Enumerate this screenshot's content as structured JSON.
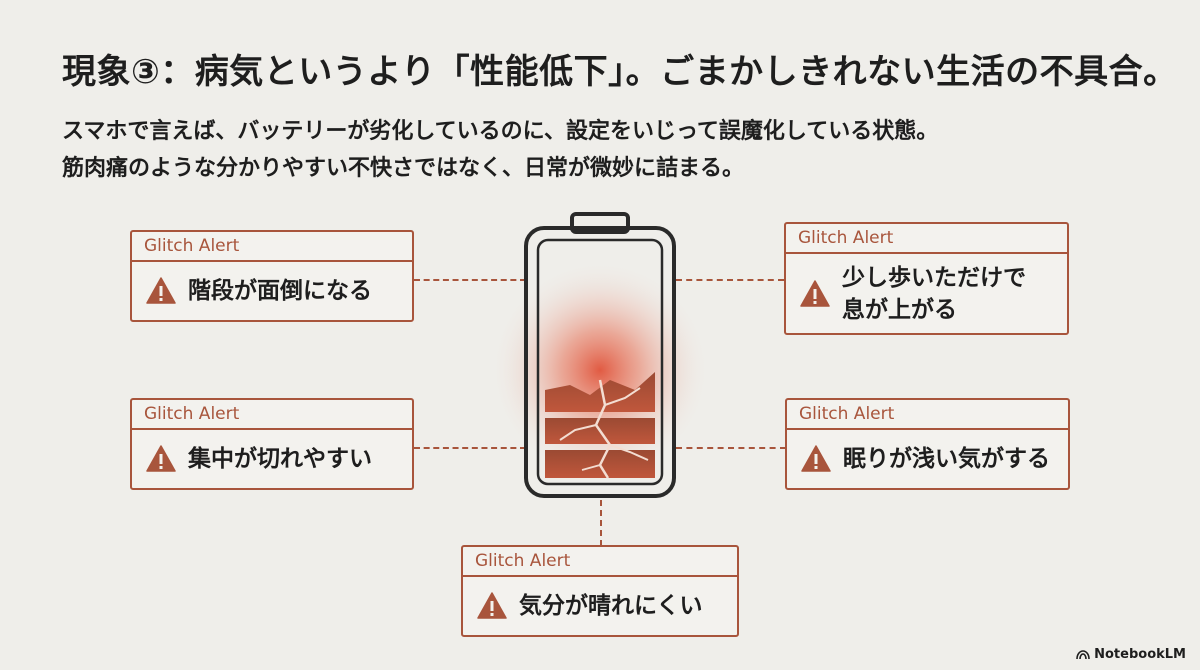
{
  "title": "現象③：病気というより「性能低下」。ごまかしきれない生活の不具合。",
  "subtitle_lines": [
    "スマホで言えば、バッテリーが劣化しているのに、設定をいじって誤魔化している状態。",
    "筋肉痛のような分かりやすい不快さではなく、日常が微妙に詰まる。"
  ],
  "alerts": {
    "top_left": {
      "header": "Glitch Alert",
      "text": "階段が面倒になる"
    },
    "top_right": {
      "header": "Glitch Alert",
      "text_line1": "少し歩いただけで",
      "text_line2": "息が上がる"
    },
    "mid_left": {
      "header": "Glitch Alert",
      "text": "集中が切れやすい"
    },
    "mid_right": {
      "header": "Glitch Alert",
      "text": "眠りが浅い気がする"
    },
    "bottom": {
      "header": "Glitch Alert",
      "text": "気分が晴れにくい"
    }
  },
  "brand": "NotebookLM",
  "icons": {
    "warning": "warning-triangle-icon",
    "battery": "damaged-battery-icon",
    "brand": "notebooklm-logo-icon"
  },
  "colors": {
    "background": "#efeeea",
    "accent": "#a8553c",
    "text": "#1e1e1e",
    "glow": "#e0533a"
  }
}
